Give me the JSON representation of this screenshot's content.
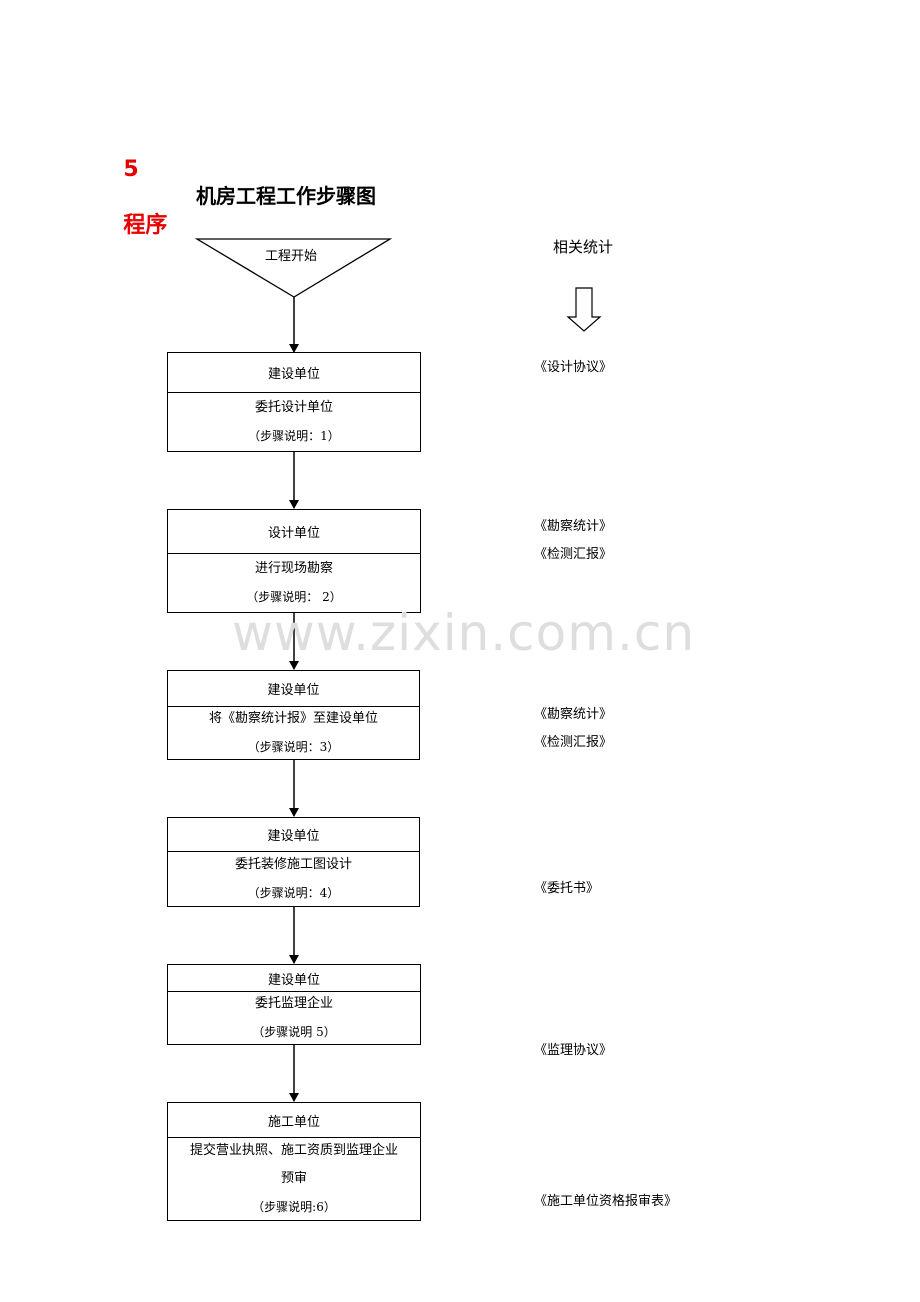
{
  "heading": {
    "number": "5",
    "text": "程序",
    "color": "#e60000"
  },
  "diagram_title": "机房工程工作步骤图",
  "start": {
    "label": "工程开始"
  },
  "related_header": "相关统计",
  "steps": [
    {
      "unit": "建设单位",
      "action": "委托设计单位",
      "note": "（步骤说明：1）"
    },
    {
      "unit": "设计单位",
      "action": "进行现场勘察",
      "note": "（步骤说明： 2）"
    },
    {
      "unit": "建设单位",
      "action": "将《勘察统计报》至建设单位",
      "note": "（步骤说明：3）"
    },
    {
      "unit": "建设单位",
      "action": "委托装修施工图设计",
      "note": "（步骤说明：4）"
    },
    {
      "unit": "建设单位",
      "action": "委托监理企业",
      "note": "（步骤说明 5）"
    },
    {
      "unit": "施工单位",
      "action": "提交营业执照、施工资质到监理企业",
      "action2": "预审",
      "note": "（步骤说明:6）"
    }
  ],
  "documents": [
    "《设计协议》",
    "《勘察统计》",
    "《检测汇报》",
    "《勘察统计》",
    "《检测汇报》",
    "《委托书》",
    "《监理协议》",
    "《施工单位资格报审表》"
  ],
  "watermark": "www.zixin.com.cn"
}
